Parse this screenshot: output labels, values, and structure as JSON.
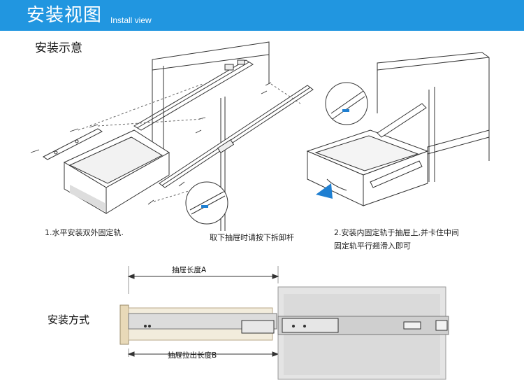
{
  "banner": {
    "title": "安装视图",
    "subtitle": "Install view",
    "color": "#2196e0"
  },
  "sections": {
    "diagram_heading": "安装示意",
    "method_heading": "安装方式"
  },
  "captions": {
    "step1": "1.水平安装双外固定轨.",
    "release": "取下抽屉时请按下拆卸杆",
    "step2_line1": "2.安装内固定轨于抽屉上,并卡住中间",
    "step2_line2": "固定轨平行翘滑入即可"
  },
  "dimensions": {
    "drawer_length": "抽屉长度A",
    "drawer_extension": "抽屉拉出长度B"
  }
}
